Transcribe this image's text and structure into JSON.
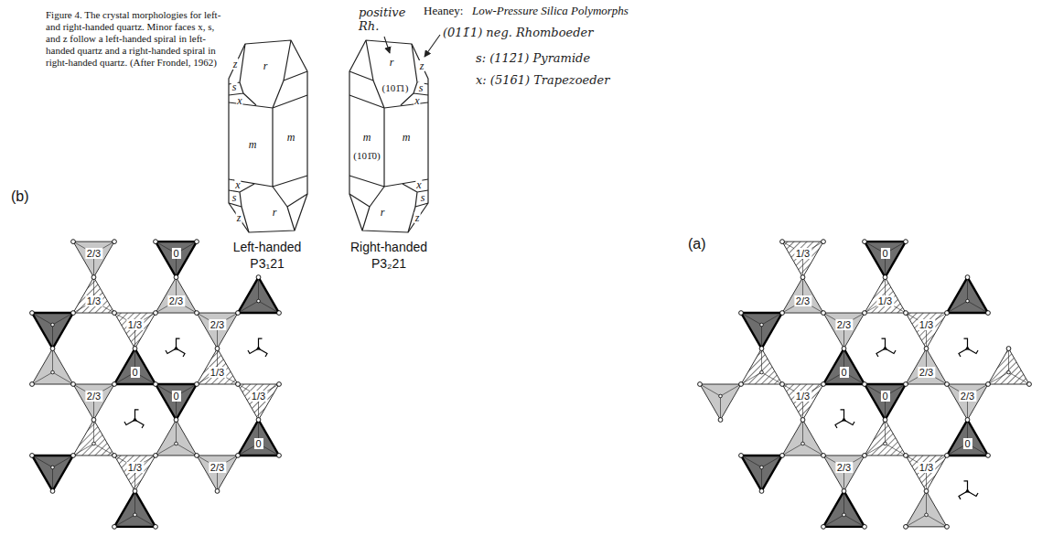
{
  "diagram": {
    "caption": "Figure 4. The crystal morphologies for left- and right-handed quartz. Minor faces x, s, and z follow a left-handed spiral in left-handed quartz and a right-handed spiral in right-handed quartz. (After Frondel, 1962)",
    "labels": [
      "Heaney:",
      "Low-Pressure Silica Polymorphs",
      "positive Rh.",
      "(011̄1) neg. Rhomboeder",
      "s: (112̄1) Pyramide",
      "x: (516̄1) Trapezoeder",
      "z",
      "r",
      "s",
      "x",
      "m",
      "m",
      "x",
      "s",
      "z",
      "r",
      "r",
      "(101̄1)",
      "z",
      "s",
      "x",
      "m",
      "(101̄0)",
      "m",
      "x",
      "s",
      "z",
      "r",
      "Left-handed",
      "P3₁21",
      "Right-handed",
      "P3₂21",
      "(b)",
      "2/3",
      "0",
      "2/3",
      "0",
      "1/3",
      "1/3",
      "2/3",
      "1/3",
      "2/3",
      "1/3",
      "1/3",
      "0",
      "0",
      "2/3",
      "(a)",
      "1/3",
      "0",
      "1/3",
      "0",
      "2/3",
      "2/3",
      "1/3",
      "2/3",
      "1/3",
      "2/3",
      "2/3",
      "0",
      "0",
      "1/3"
    ]
  }
}
